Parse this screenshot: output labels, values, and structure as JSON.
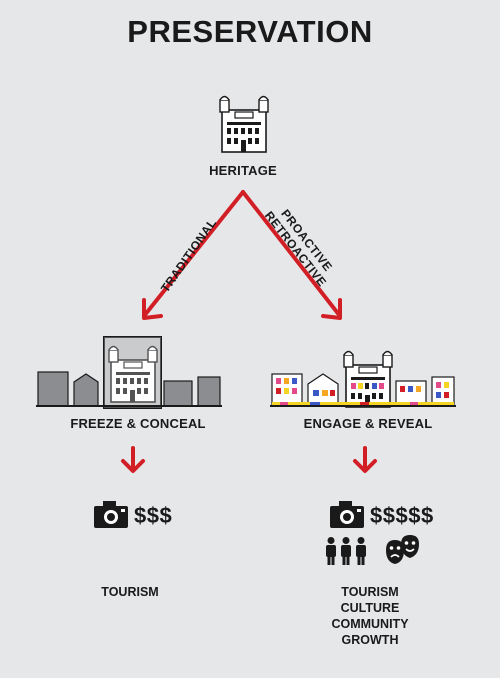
{
  "title": "PRESERVATION",
  "heritage_label": "HERITAGE",
  "branch_left_label": "TRADITIONAL",
  "branch_right_label_1": "PROACTIVE",
  "branch_right_label_2": "RETROACTIVE",
  "left_scene_label": "FREEZE & CONCEAL",
  "right_scene_label": "ENGAGE & REVEAL",
  "left_money": "$$$",
  "right_money": "$$$$$",
  "left_outcomes": [
    "TOURISM"
  ],
  "right_outcomes": [
    "TOURISM",
    "CULTURE",
    "COMMUNITY",
    "GROWTH"
  ],
  "icons": {
    "heritage": "heritage-building-icon",
    "camera": "camera-icon",
    "people": "people-icon",
    "theatre": "theatre-masks-icon"
  },
  "colors": {
    "background": "#e6e7e9",
    "arrow": "#d21f26",
    "ink": "#1a1a1a",
    "gray_building": "#8c8d90"
  }
}
